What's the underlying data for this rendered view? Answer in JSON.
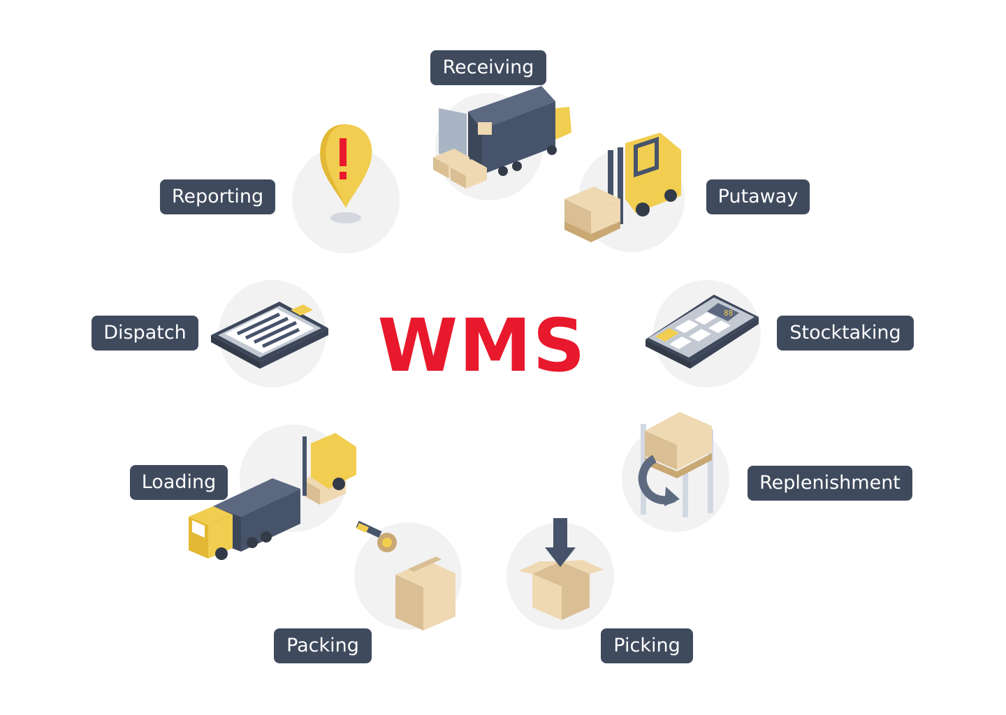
{
  "center": {
    "title": "WMS"
  },
  "colors": {
    "title": "#e8192c",
    "label_bg": "#3f4a5d",
    "label_text": "#ffffff",
    "circle": "#f2f2f3",
    "yellow": "#f1cd50",
    "dark": "#46536a",
    "cardboard": "#efd9b2",
    "cardboard_dark": "#d9bf93",
    "alert": "#e8192c"
  },
  "stages": [
    {
      "id": "receiving",
      "label": "Receiving",
      "icon": "truck-unloading-icon"
    },
    {
      "id": "putaway",
      "label": "Putaway",
      "icon": "forklift-pallet-icon"
    },
    {
      "id": "stocktaking",
      "label": "Stocktaking",
      "icon": "calculator-icon"
    },
    {
      "id": "replenishment",
      "label": "Replenishment",
      "icon": "shelf-refresh-icon"
    },
    {
      "id": "picking",
      "label": "Picking",
      "icon": "box-arrow-down-icon"
    },
    {
      "id": "packing",
      "label": "Packing",
      "icon": "tape-box-icon"
    },
    {
      "id": "loading",
      "label": "Loading",
      "icon": "truck-forklift-icon"
    },
    {
      "id": "dispatch",
      "label": "Dispatch",
      "icon": "document-tablet-icon"
    },
    {
      "id": "reporting",
      "label": "Reporting",
      "icon": "alert-pin-icon"
    }
  ]
}
